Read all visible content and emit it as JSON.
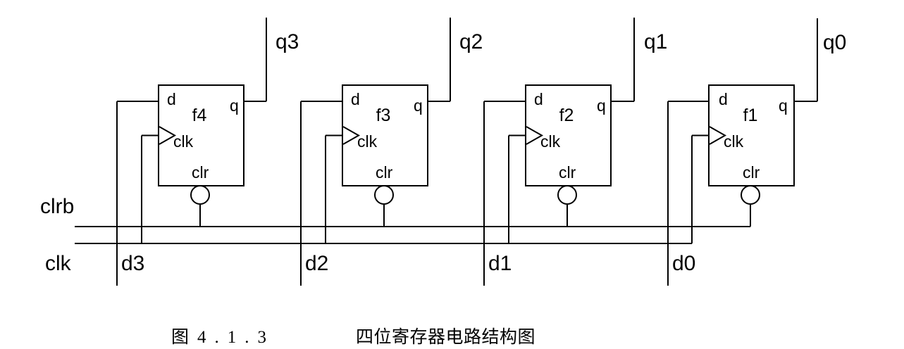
{
  "diagram": {
    "caption": {
      "figure_number": "图4.1.3",
      "title": "四位寄存器电路结构图"
    },
    "bus_labels": {
      "clrb": "clrb",
      "clk": "clk"
    },
    "flipflops": [
      {
        "name": "f4",
        "d_pin": "d",
        "q_pin": "q",
        "clk_pin": "clk",
        "clr_pin": "clr",
        "input": "d3",
        "output": "q3"
      },
      {
        "name": "f3",
        "d_pin": "d",
        "q_pin": "q",
        "clk_pin": "clk",
        "clr_pin": "clr",
        "input": "d2",
        "output": "q2"
      },
      {
        "name": "f2",
        "d_pin": "d",
        "q_pin": "q",
        "clk_pin": "clk",
        "clr_pin": "clr",
        "input": "d1",
        "output": "q1"
      },
      {
        "name": "f1",
        "d_pin": "d",
        "q_pin": "q",
        "clk_pin": "clk",
        "clr_pin": "clr",
        "input": "d0",
        "output": "q0"
      }
    ]
  }
}
